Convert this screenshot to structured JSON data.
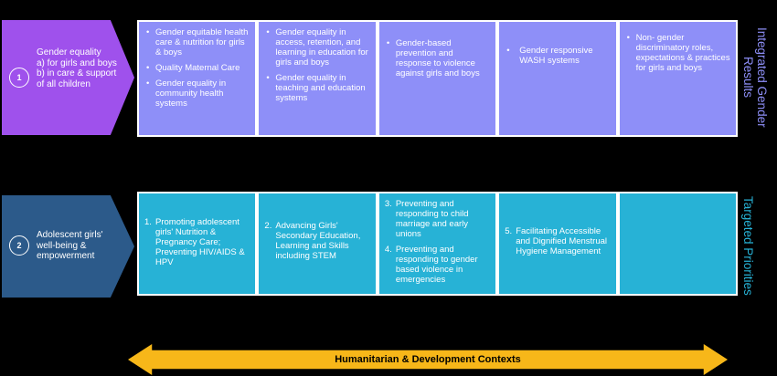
{
  "row1": {
    "number": "1",
    "title": "Gender equality\na) for girls and boys\nb) in care & support of all children",
    "side_label": "Integrated Gender Results",
    "boxes": [
      [
        "Gender equitable health care & nutrition for girls & boys",
        "Quality Maternal Care",
        "Gender equality in community health systems"
      ],
      [
        "Gender equality in access, retention, and learning in education for girls and boys",
        "Gender equality in teaching and education systems"
      ],
      [
        "Gender-based prevention and response to violence against girls and boys"
      ],
      [
        "Gender responsive WASH systems"
      ],
      [
        "Non- gender discriminatory roles, expectations & practices for girls and boys"
      ]
    ]
  },
  "row2": {
    "number": "2",
    "title": "Adolescent girls' well-being & empowerment",
    "side_label": "Targeted Priorities",
    "boxes": [
      [
        {
          "n": "1.",
          "t": "Promoting adolescent girls' Nutrition & Pregnancy Care; Preventing HIV/AIDS & HPV"
        }
      ],
      [
        {
          "n": "2.",
          "t": "Advancing Girls' Secondary Education, Learning and Skills including STEM"
        }
      ],
      [
        {
          "n": "3.",
          "t": "Preventing and responding to child marriage and early unions"
        },
        {
          "n": "4.",
          "t": "Preventing and responding to gender based violence in emergencies"
        }
      ],
      [
        {
          "n": "5.",
          "t": "Facilitating Accessible and Dignified Menstrual Hygiene Management"
        }
      ],
      []
    ]
  },
  "arrow_label": "Humanitarian & Development Contexts"
}
